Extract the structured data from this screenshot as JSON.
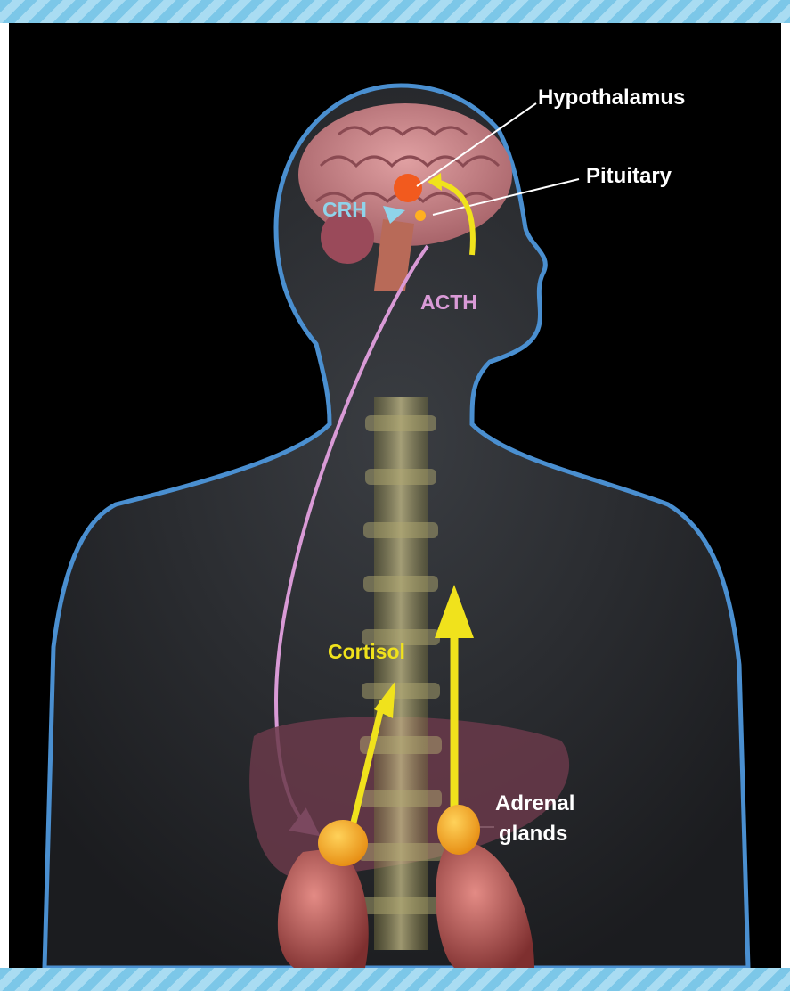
{
  "labels": {
    "hypothalamus": "Hypothalamus",
    "pituitary": "Pituitary",
    "crh": "CRH",
    "acth": "ACTH",
    "cortisol": "Cortisol",
    "adrenal_line1": "Adrenal",
    "adrenal_line2": "glands"
  },
  "colors": {
    "background": "#000000",
    "body_outline": "#4a8fd0",
    "crh": "#8fd3ea",
    "acth": "#d99ad6",
    "cortisol": "#f0e21c",
    "label": "#ffffff",
    "frame_stripe": "#7cc7e8"
  }
}
